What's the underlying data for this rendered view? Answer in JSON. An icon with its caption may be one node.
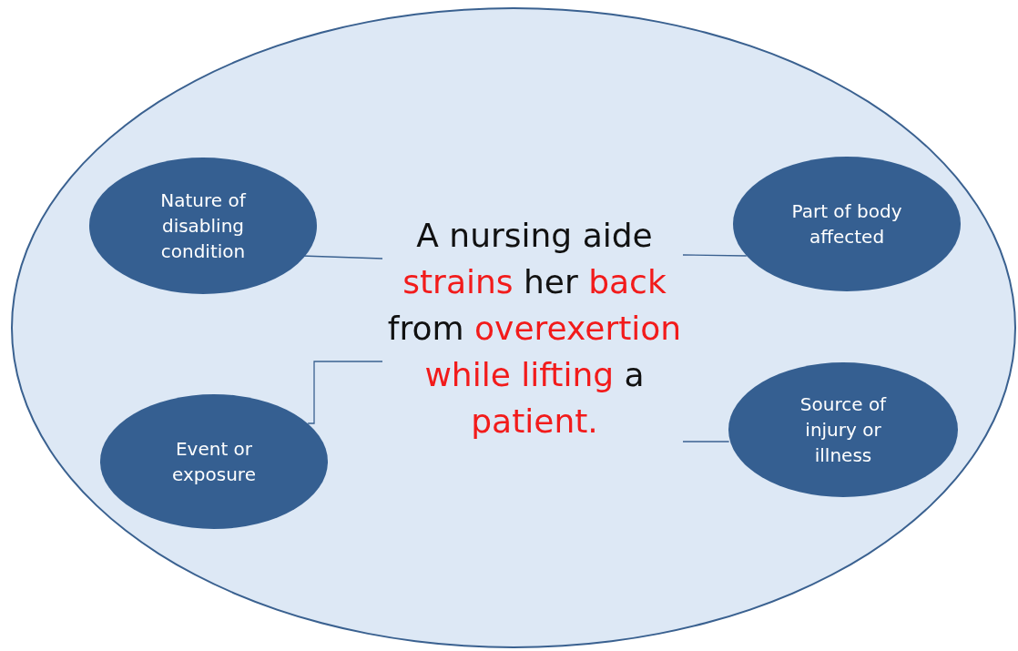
{
  "diagram": {
    "nodes": [
      {
        "text": [],
        "shape": "ellipse"
      },
      {
        "text": [
          "Nature of disabling condition"
        ],
        "in": 0
      },
      {
        "text": [
          "Part of body affected"
        ],
        "in": 0
      },
      {
        "text": [
          "Event or exposure"
        ],
        "in": 0
      },
      {
        "text": [
          "Source of injury or illness"
        ],
        "in": 0
      },
      {
        "text": [
          "A nursing aide **strains** her **back** from **overexertion while lifting** a **patient.**"
        ],
        "in": 0
      }
    ],
    "edges": [
      {
        "from": 1,
        "to": 5,
        "arrow": "none"
      },
      {
        "from": 2,
        "to": 5,
        "arrow": "none"
      },
      {
        "from": 3,
        "to": 5,
        "arrow": "none"
      },
      {
        "from": 4,
        "to": 5,
        "arrow": "none"
      }
    ]
  }
}
